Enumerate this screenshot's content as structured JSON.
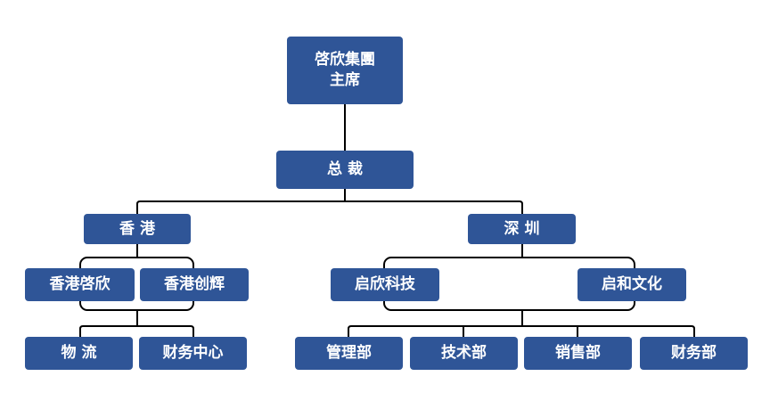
{
  "chairman": {
    "line1": "啓欣集團",
    "line2": "主席"
  },
  "president": "总 裁",
  "hongkong": {
    "label": "香 港",
    "companies": [
      "香港啓欣",
      "香港创辉"
    ],
    "departments": [
      "物 流",
      "财务中心"
    ]
  },
  "shenzhen": {
    "label": "深 圳",
    "companies": [
      "启欣科技",
      "启和文化"
    ],
    "departments": [
      "管理部",
      "技术部",
      "销售部",
      "财务部"
    ]
  },
  "colors": {
    "box": "#2F5597",
    "text": "#FFFFFF",
    "line": "#000000"
  }
}
